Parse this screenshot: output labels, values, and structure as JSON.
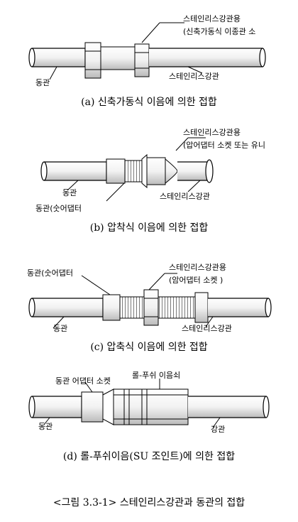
{
  "diagrams": [
    {
      "caption": "(a) 신축가동식 이음에 의한 접합",
      "labels": {
        "sts_top_1": "스테인리스강관용",
        "sts_top_2": "(신축가동식  이종관  소",
        "copper": "동관",
        "sts_pipe": "스테인리스강관"
      }
    },
    {
      "caption": "(b) 압착식 이음에 의한 접합",
      "labels": {
        "sts_top_1": "스테인리스강관용",
        "sts_top_2": "(압어댑터 소켓 또는 유니",
        "copper": "동관",
        "sts_pipe": "스테인리스강관",
        "adapter": "동관(숫어댑터"
      }
    },
    {
      "caption": "(c) 압축식 이음에 의한 접합",
      "labels": {
        "adapter": "동관(숫어댑터",
        "sts_top_1": "스테인리스강관용",
        "sts_top_2": "(암어댑터 소켓 )",
        "copper": "동관",
        "sts_pipe": "스테인리스강관"
      }
    },
    {
      "caption": "(d) 롤-푸쉬이음(SU 조인트)에 의한 접합",
      "labels": {
        "adapter_socket": "동관 어댑터 소켓",
        "roll_push": "롤-푸쉬 이음쇠",
        "copper": "동관",
        "steel": "강관"
      }
    }
  ],
  "figure_title": "<그림 3.3-1>  스테인리스강관과 동관의 접합"
}
